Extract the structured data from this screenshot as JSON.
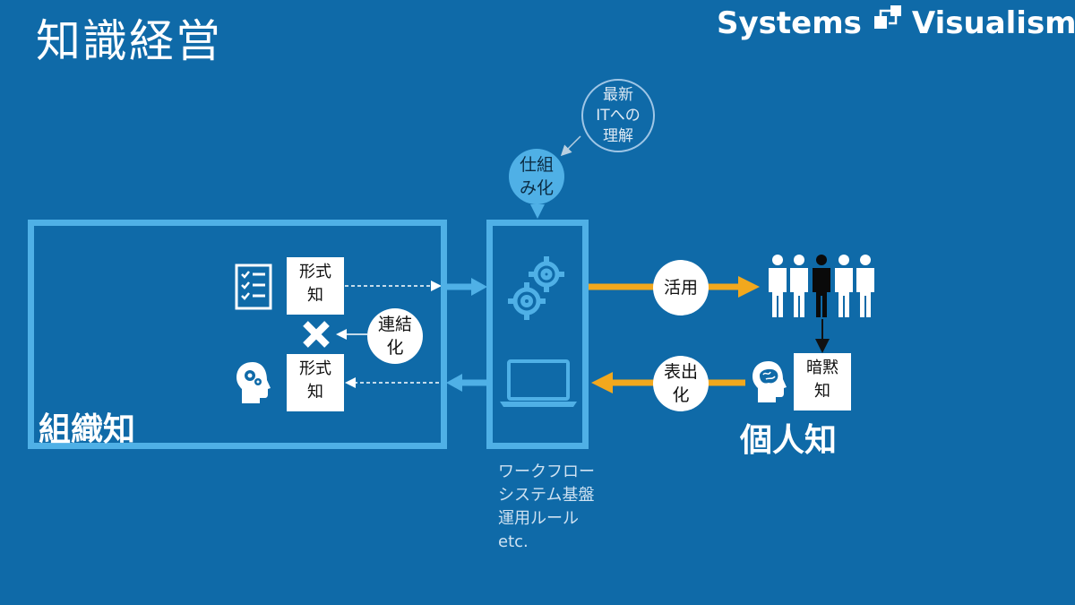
{
  "slide": {
    "title": "知識経営",
    "brand_left": "Systems",
    "brand_right": "Visualism"
  },
  "diagram": {
    "org_knowledge_label": "組織知",
    "formal_knowledge_top": "形式\n知",
    "formal_knowledge_bottom": "形式\n知",
    "combination_label": "連結\n化",
    "latest_it_label": "最新\nITへの\n理解",
    "systemization_label": "仕組\nみ化",
    "system_items": "ワークフロー\nシステム基盤\n運用ルール\netc.",
    "utilize_label": "活用",
    "externalize_label": "表出\n化",
    "tacit_knowledge_label": "暗黙\n知",
    "personal_knowledge_label": "個人知"
  },
  "colors": {
    "background": "#0f6aa8",
    "light_blue": "#4fb0e6",
    "orange": "#f2a81d",
    "white": "#ffffff"
  },
  "icons": [
    "checklist-icon",
    "cross-icon",
    "brain-head-icon",
    "gears-icon",
    "laptop-icon",
    "people-group-icon",
    "logo-icon"
  ]
}
